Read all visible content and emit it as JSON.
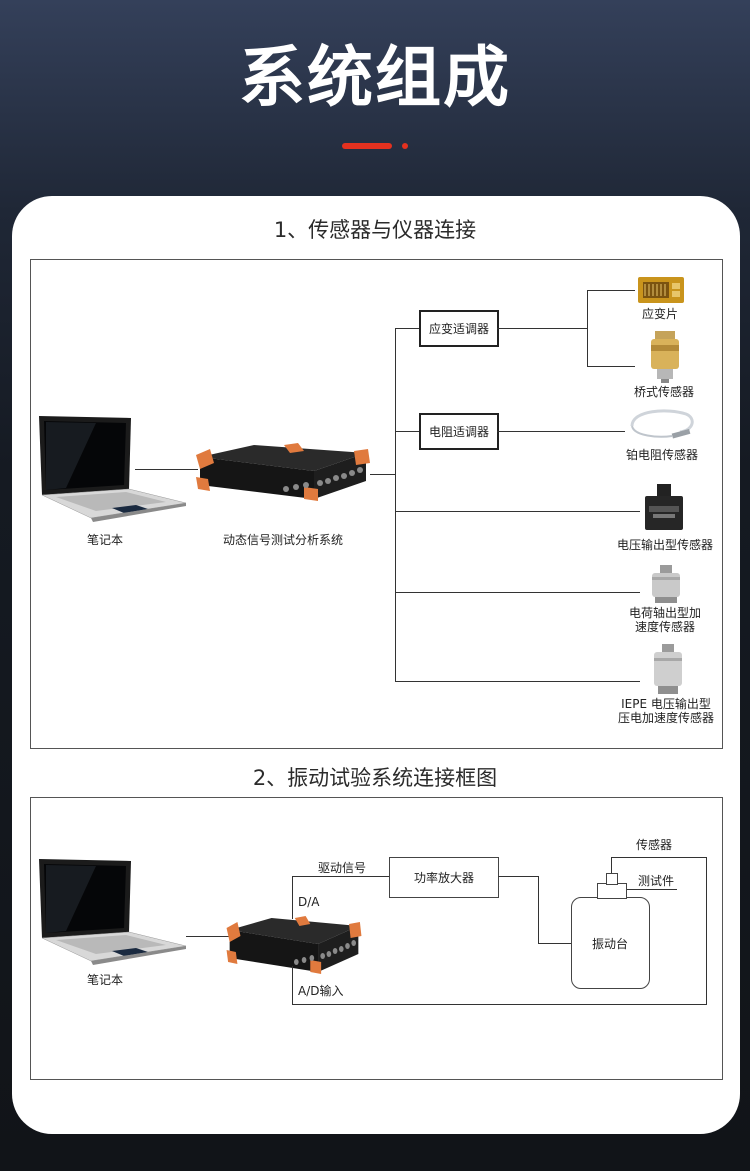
{
  "page": {
    "title": "系统组成",
    "accent_color": "#e4311f"
  },
  "section1": {
    "title": "1、传感器与仪器连接",
    "laptop_label": "笔记本",
    "device_label": "动态信号测试分析系统",
    "modules": {
      "strain_conditioner": "应变适调器",
      "resistance_conditioner": "电阻适调器"
    },
    "sensors": {
      "strain_gauge": "应变片",
      "bridge_sensor": "桥式传感器",
      "platinum_sensor": "铂电阻传感器",
      "voltage_sensor": "电压输出型传感器",
      "charge_accel_line1": "电荷轴出型加",
      "charge_accel_line2": "速度传感器",
      "iepe_line1": "IEPE 电压输出型",
      "iepe_line2": "压电加速度传感器"
    }
  },
  "section2": {
    "title": "2、振动试验系统连接框图",
    "laptop_label": "笔记本",
    "drive_signal": "驱动信号",
    "da_label": "D/A",
    "ad_label": "A/D输入",
    "amplifier": "功率放大器",
    "shaker": "振动台",
    "sensor": "传感器",
    "specimen": "测试件"
  }
}
